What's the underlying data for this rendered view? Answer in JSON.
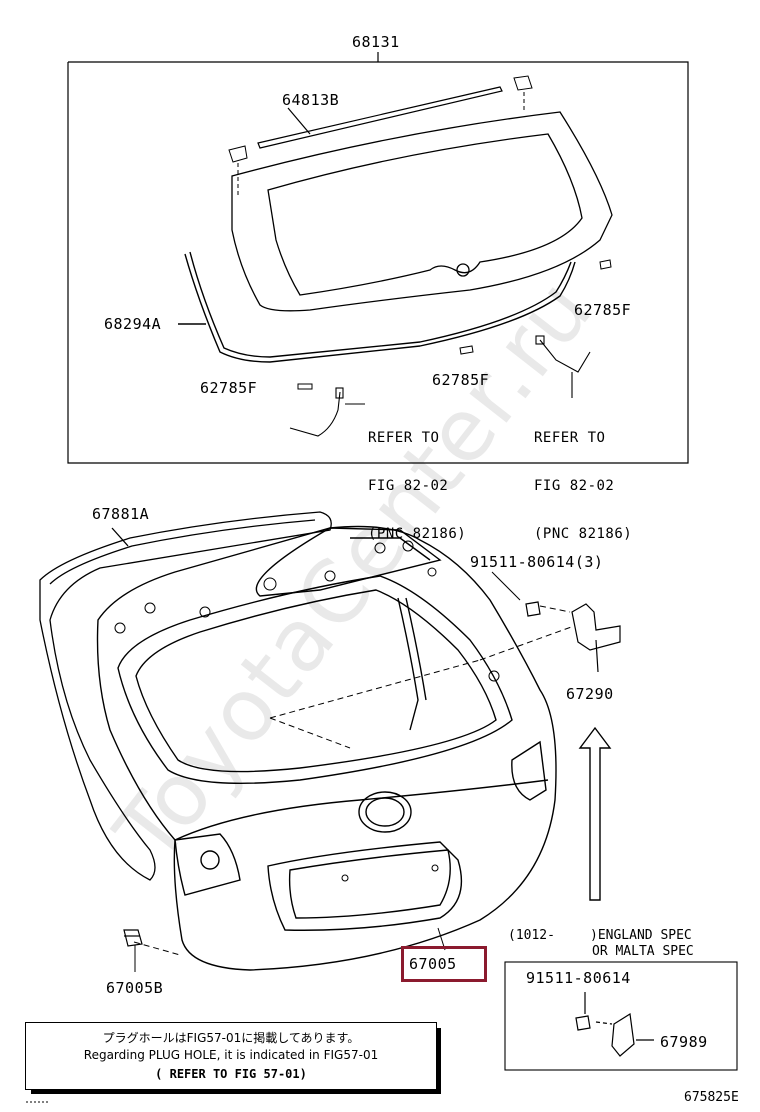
{
  "watermark": "ToyotaCenter.ru",
  "top_group": {
    "part_68131": "68131",
    "part_64813B": "64813B",
    "part_68294A": "68294A",
    "part_62785F_right": "62785F",
    "part_62785F_left": "62785F",
    "part_62785F_mid": "62785F",
    "ref_left": {
      "line1": "REFER TO",
      "line2": "FIG 82-02",
      "line3": "(PNC 82186)"
    },
    "ref_right": {
      "line1": "REFER TO",
      "line2": "FIG 82-02",
      "line3": "(PNC 82186)"
    }
  },
  "main_group": {
    "part_67881A": "67881A",
    "part_91511_80614_3": "91511-80614(3)",
    "part_67290": "67290",
    "part_67005B": "67005B",
    "part_67005": "67005",
    "highlight_color": "#8b1a2e"
  },
  "spec_box": {
    "code": "(1012-",
    "line1": ")ENGLAND SPEC",
    "line2": "OR MALTA SPEC",
    "part_91511_80614": "91511-80614",
    "part_67989": "67989"
  },
  "note": {
    "line1": "プラグホールはFIG57-01に掲載してあります。",
    "line2": "Regarding PLUG HOLE, it is indicated in FIG57-01",
    "line3": "( REFER TO FIG 57-01)"
  },
  "figure_id": "675825E"
}
